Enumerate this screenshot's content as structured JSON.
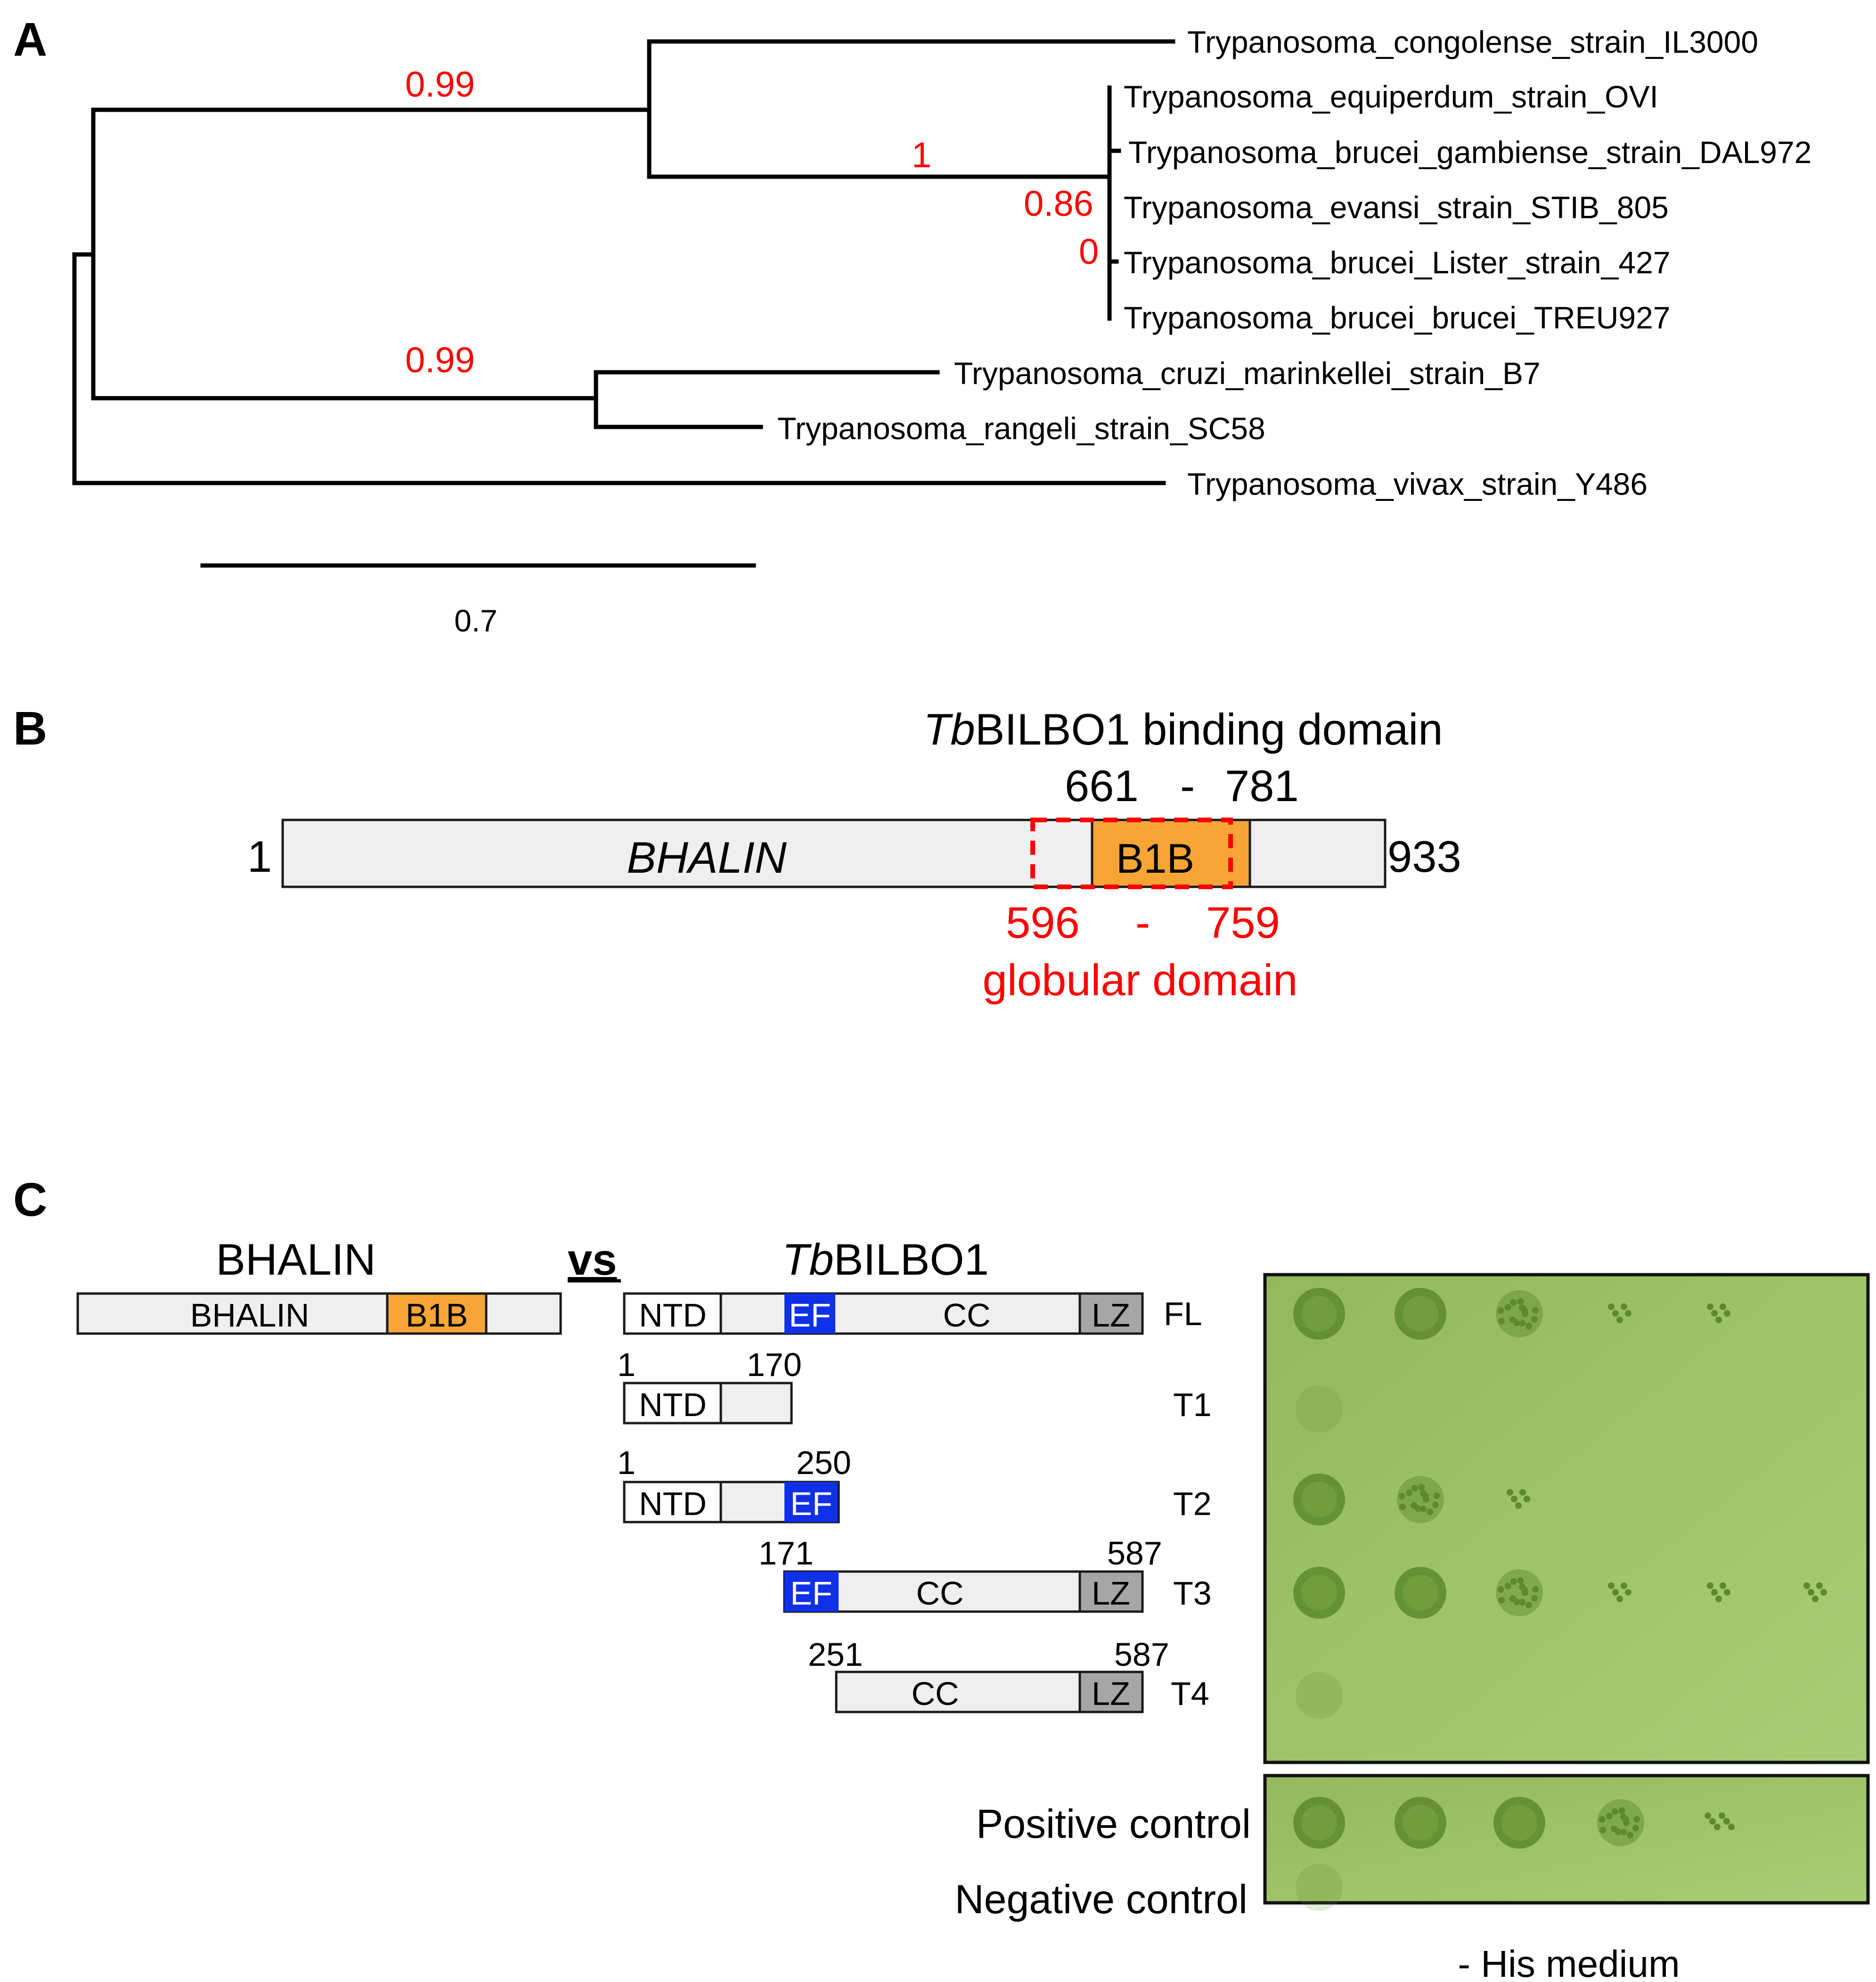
{
  "colors": {
    "support": "#ff0000",
    "b1b": "#f7a536",
    "ef": "#1030e8",
    "lz": "#a6a6a6",
    "domain_bg": "#efefef",
    "plate": "#9fc46a",
    "colony": "#5c8a2c",
    "globular_outline": "#ff0000"
  },
  "panelA": {
    "label": "A",
    "taxa": [
      "Trypanosoma_congolense_strain_IL3000",
      "Trypanosoma_equiperdum_strain_OVI",
      "Trypanosoma_brucei_gambiense_strain_DAL972",
      "Trypanosoma_evansi_strain_STIB_805",
      "Trypanosoma_brucei_Lister_strain_427",
      "Trypanosoma_brucei_brucei_TREU927",
      "Trypanosoma_cruzi_marinkellei_strain_B7",
      "Trypanosoma_rangeli_strain_SC58",
      "Trypanosoma_vivax_strain_Y486"
    ],
    "supports": [
      "0.99",
      "1",
      "0.86",
      "0",
      "0.99"
    ],
    "scale_value": 0.7,
    "scale_label": "0.7"
  },
  "panelB": {
    "label": "B",
    "title_italic": "Tb",
    "title_rest": "BILBO1 binding domain",
    "binding_start": "661",
    "dash": "-",
    "binding_end": "781",
    "protein_start": "1",
    "protein_name": "BHALIN",
    "b1b_label": "B1B",
    "protein_end": "933",
    "globular_start": "596",
    "globular_end": "759",
    "globular_label": "globular domain",
    "residues": {
      "total": 933,
      "b1b": [
        661,
        781
      ],
      "globular": [
        596,
        759
      ]
    }
  },
  "panelC": {
    "label": "C",
    "bait_title": "BHALIN",
    "vs_label": "vs",
    "prey_title_italic": "Tb",
    "prey_title_rest": "BILBO1",
    "bait_domains": {
      "main": "BHALIN",
      "b1b": "B1B"
    },
    "domain_labels": {
      "ntd": "NTD",
      "ef": "EF",
      "cc": "CC",
      "lz": "LZ"
    },
    "constructs": [
      {
        "name": "FL",
        "start": "",
        "end": ""
      },
      {
        "name": "T1",
        "start": "1",
        "end": "170"
      },
      {
        "name": "T2",
        "start": "1",
        "end": "250"
      },
      {
        "name": "T3",
        "start": "171",
        "end": "587"
      },
      {
        "name": "T4",
        "start": "251",
        "end": "587"
      }
    ],
    "colony_growth_levels": [
      [
        3,
        3,
        2,
        1,
        1,
        0
      ],
      [
        1,
        0,
        0,
        0,
        0,
        0
      ],
      [
        3,
        2,
        1,
        0,
        0,
        0
      ],
      [
        3,
        3,
        2,
        1,
        1,
        1
      ],
      [
        1,
        0,
        0,
        0,
        0,
        0
      ]
    ],
    "controls": [
      {
        "name": "Positive control",
        "growth": [
          3,
          3,
          3,
          2,
          1,
          0
        ]
      },
      {
        "name": "Negative control",
        "growth": [
          1,
          0,
          0,
          0,
          0,
          0
        ]
      }
    ],
    "medium_label": "- His medium"
  }
}
